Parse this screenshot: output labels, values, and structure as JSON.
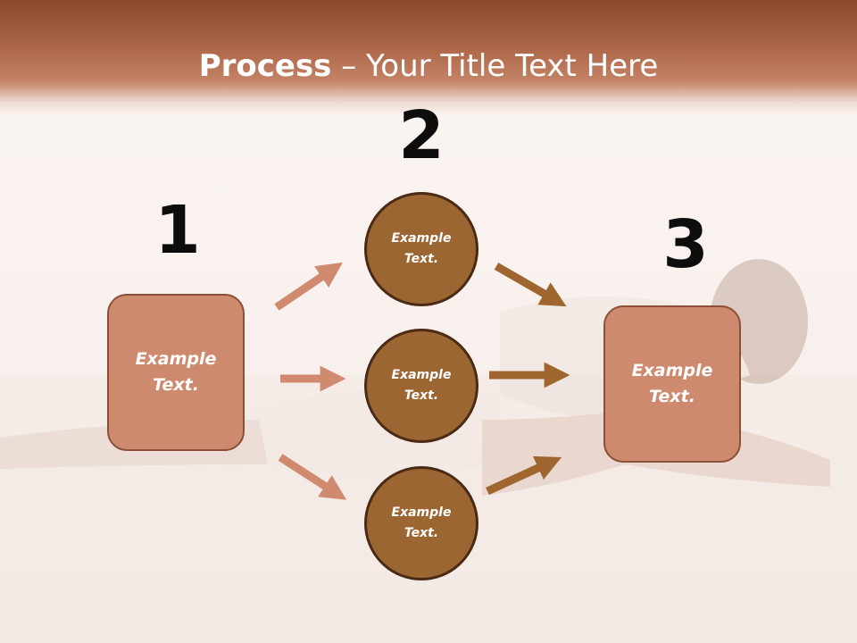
{
  "title": {
    "bold": "Process",
    "rest": " – Your Title Text Here"
  },
  "steps": [
    {
      "number": "1",
      "text": "Example\nText."
    },
    {
      "number": "2",
      "circles": [
        "Example\nText.",
        "Example\nText.",
        "Example\nText."
      ]
    },
    {
      "number": "3",
      "text": "Example\nText."
    }
  ],
  "colors": {
    "header": "#b06a4c",
    "box_fill": "#cd8a6e",
    "circle_fill": "#9c6633",
    "arrow_left": "#d08a70",
    "arrow_right": "#a0662f"
  }
}
